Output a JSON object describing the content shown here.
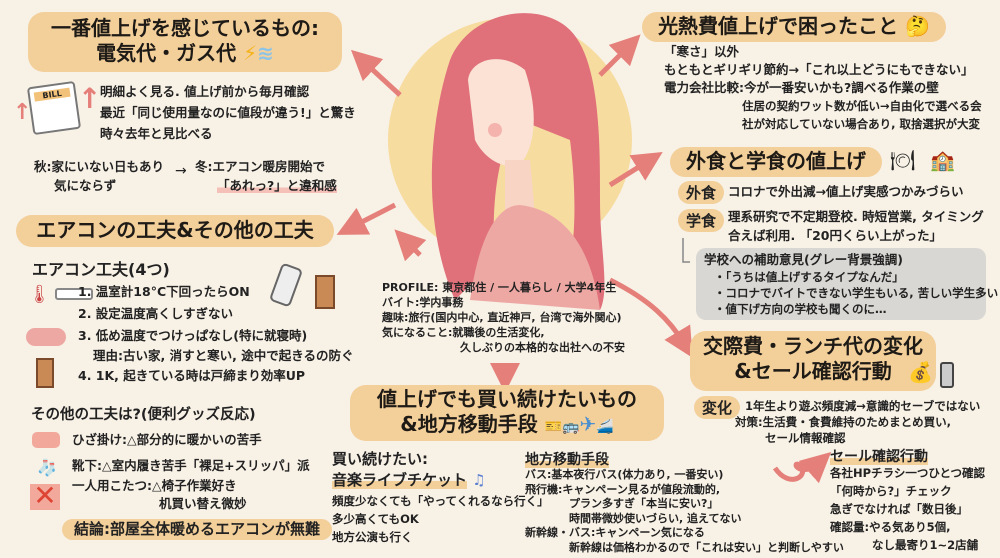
{
  "colors": {
    "background": "#f8f1e6",
    "title_bg": "#f3cf9a",
    "arrow": "#e57f7a",
    "gray_box": "#d9d7d3",
    "hair": "#e0707a",
    "circle": "#f7dca0"
  },
  "electricity": {
    "title_line1": "一番値上げを感じているもの:",
    "title_line2": "電気代・ガス代",
    "icons": [
      "lightning-icon",
      "wind-icon",
      "bill-icon",
      "up-arrow-icon"
    ],
    "lines": [
      "明細よく見る. 値上げ前から毎月確認",
      "最近「同じ使用量なのに値段が違う!」と驚き",
      "時々去年と見比べる"
    ],
    "autumn_line1": "秋:家にいない日もあり",
    "autumn_line2": "気にならず",
    "winter_line1": "冬:エアコン暖房開始で",
    "winter_line2": "「あれっ?」と違和感"
  },
  "aircon": {
    "title": "エアコンの工夫&その他の工夫",
    "subtitle": "エアコン工夫(4つ)",
    "items": [
      "1. 温室計18°C下回ったらON",
      "2. 設定温度高くしすぎない",
      "3. 低め温度でつけっぱなし(特に就寝時)",
      "理由:古い家, 消すと寒い, 途中で起きるの防ぐ",
      "4. 1K, 起きている時は戸締まり効率UP"
    ],
    "other_title": "その他の工夫は?(便利グッズ反応)",
    "others": [
      "ひざ掛け:△部分的に暖かいの苦手",
      "靴下:△室内履き苦手「裸足+スリッパ」派",
      "一人用こたつ:△椅子作業好き",
      "机買い替え微妙"
    ],
    "conclusion": "結論:部屋全体暖めるエアコンが無難"
  },
  "utility": {
    "title": "光熱費値上げで困ったこと",
    "icon": "thinking-face-icon",
    "lines": [
      "「寒さ」以外",
      "もともとギリギリ節約→「これ以上どうにもできない」",
      "電力会社比較:今が一番安いかも?調べる作業の壁"
    ],
    "sub_lines": [
      "住居の契約ワット数が低い→自由化で選べる会",
      "社が対応していない場合あり, 取捨選択が大変"
    ]
  },
  "food": {
    "title": "外食と学食の値上げ",
    "eat_out_label": "外食",
    "eat_out_text": "コロナで外出減→値上げ実感つかみづらい",
    "cafeteria_label": "学食",
    "cafeteria_lines": [
      "理系研究で不定期登校. 時短営業, タイミング",
      "合えば利用. 「20円くらい上がった」"
    ],
    "school_box_title": "学校への補助意見(グレー背景強調)",
    "school_box_items": [
      "・「うちは値上げするタイプなんだ」",
      "・コロナでバイトできない学生もいる, 苦しい学生多い",
      "・値下げ方向の学校も聞くのに…"
    ]
  },
  "social": {
    "title_line1": "交際費・ランチ代の変化",
    "title_line2": "&セール確認行動",
    "change_label": "変化",
    "change_text": "1年生より遊ぶ頻度減→意識的セーブではない",
    "measure_line1": "対策:生活費・食費維持のためまとめ買い,",
    "measure_line2": "セール情報確認",
    "sale_title": "セール確認行動",
    "sale_lines": [
      "各社HPチラシ一つひとつ確認",
      "「何時から?」チェック",
      "急ぎでなければ「数日後」",
      "確認量:やる気あり5個,",
      "なし最寄り1~2店舗"
    ]
  },
  "profile": {
    "lines": [
      "PROFILE: 東京都住 / 一人暮らし / 大学4年生",
      "バイト:学内事務",
      "趣味:旅行(国内中心, 直近神戸, 台湾で海外関心)",
      "気になること:就職後の生活変化,",
      "久しぶりの本格的な出社への不安"
    ]
  },
  "keep_buying": {
    "title_line1": "値上げでも買い続けたいもの",
    "title_line2": "&地方移動手段",
    "want_label": "買い続けたい:",
    "want_item": "音楽ライブチケット",
    "want_lines": [
      "頻度少なくても「やってくれるなら行く」",
      "多少高くてもOK",
      "地方公演も行く"
    ],
    "transport_title": "地方移動手段",
    "transport_lines": [
      "バス:基本夜行バス(体力あり, 一番安い)",
      "飛行機:キャンペーン見るが値段流動的,",
      "プラン多すぎ「本当に安い?」",
      "時間帯微妙使いづらい, 追えてない",
      "新幹線・バス:キャンペーン気になる",
      "新幹線は価格わかるので「これは安い」と判断しやすい"
    ]
  }
}
